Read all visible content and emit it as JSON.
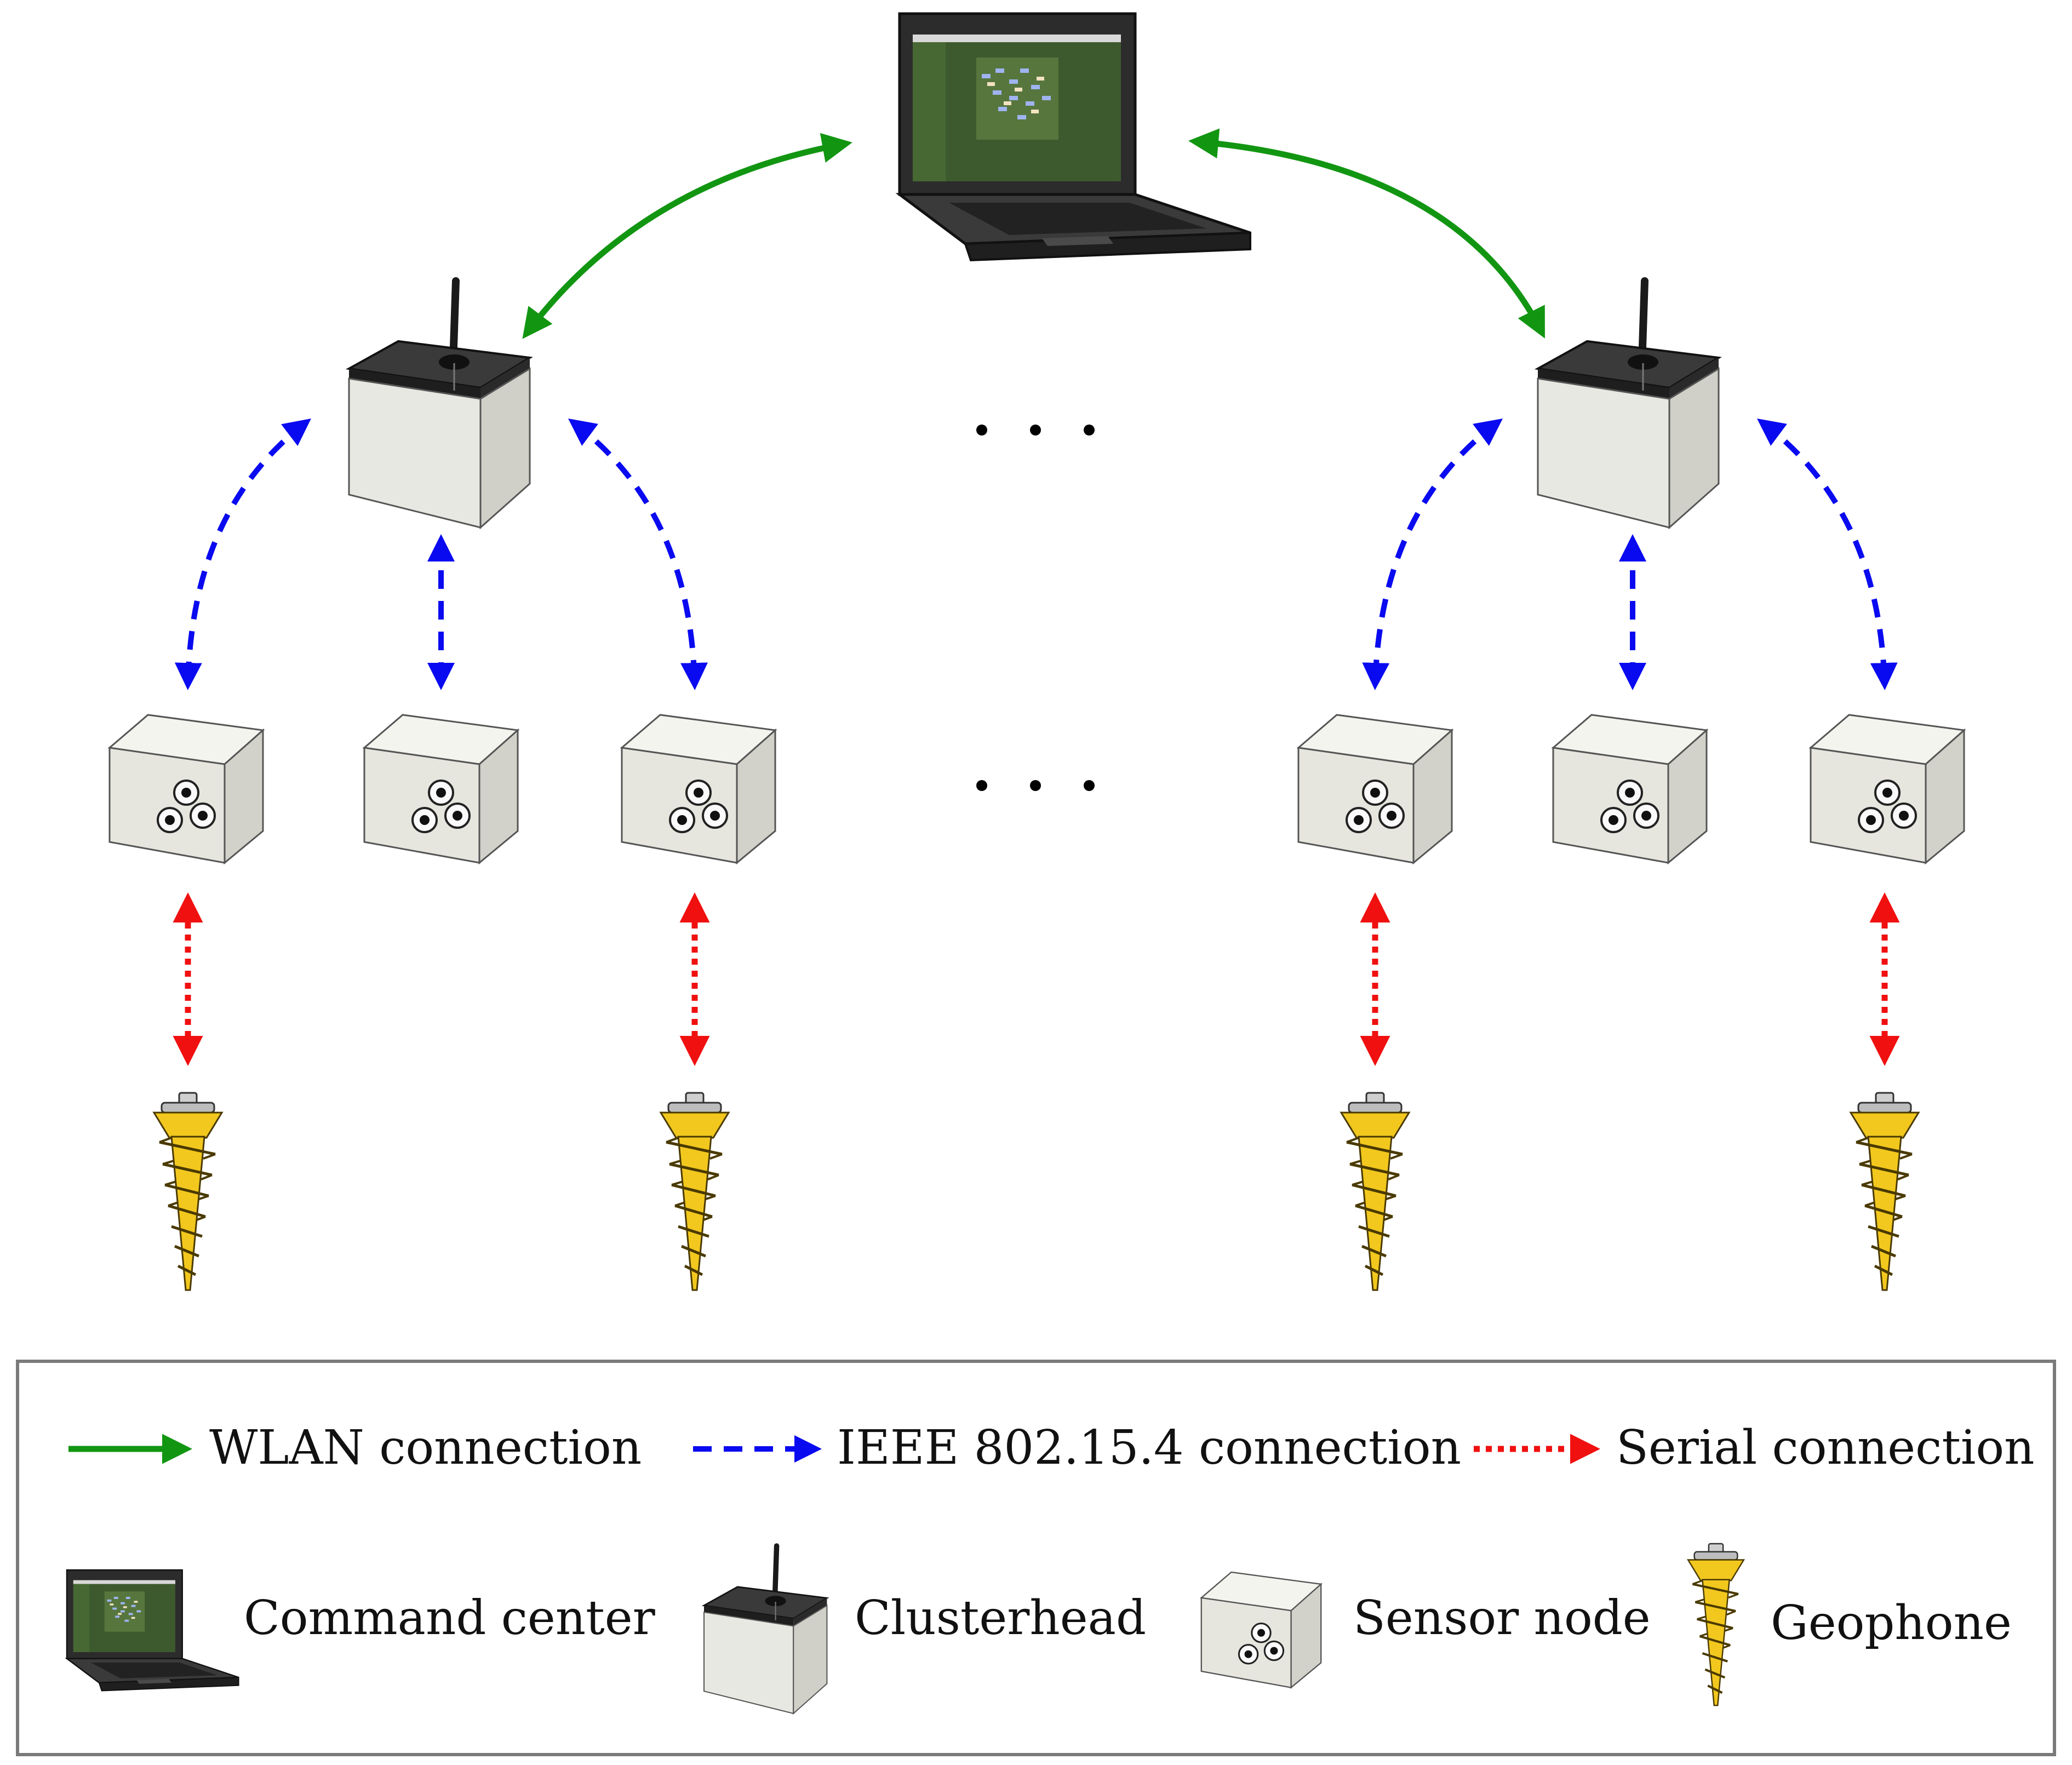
{
  "legend": {
    "connections": [
      {
        "label": "WLAN connection",
        "color": "#129612",
        "style": "solid"
      },
      {
        "label": "IEEE 802.15.4 connection",
        "color": "#0a0af0",
        "style": "dashed"
      },
      {
        "label": "Serial connection",
        "color": "#f01010",
        "style": "dotted"
      }
    ],
    "devices": [
      {
        "label": "Command center",
        "icon": "laptop-icon"
      },
      {
        "label": "Clusterhead",
        "icon": "clusterhead-icon"
      },
      {
        "label": "Sensor node",
        "icon": "sensor-node-icon"
      },
      {
        "label": "Geophone",
        "icon": "geophone-icon"
      }
    ]
  },
  "colors": {
    "wlan": "#129612",
    "ieee": "#0a0af0",
    "serial": "#f01010",
    "box_face": "#eaeae4",
    "box_top": "#3d3d3d",
    "geophone": "#f2c81e",
    "legend_border": "#7a7a7a"
  }
}
